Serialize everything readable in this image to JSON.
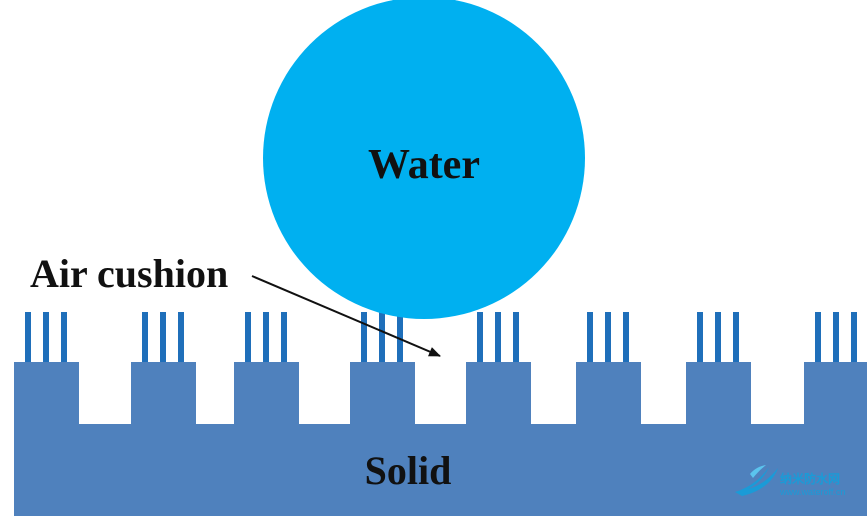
{
  "labels": {
    "water": "Water",
    "air_cushion": "Air cushion",
    "solid": "Solid"
  },
  "watermark": {
    "title": "纳米防水网",
    "url": "www.wateroff.cn",
    "color": "#1a9bd7"
  },
  "colors": {
    "background": "#ffffff",
    "droplet": "#00b0f0",
    "solid": "#4f81bd",
    "nanostructure": "#1f6fba",
    "text": "#111111"
  }
}
